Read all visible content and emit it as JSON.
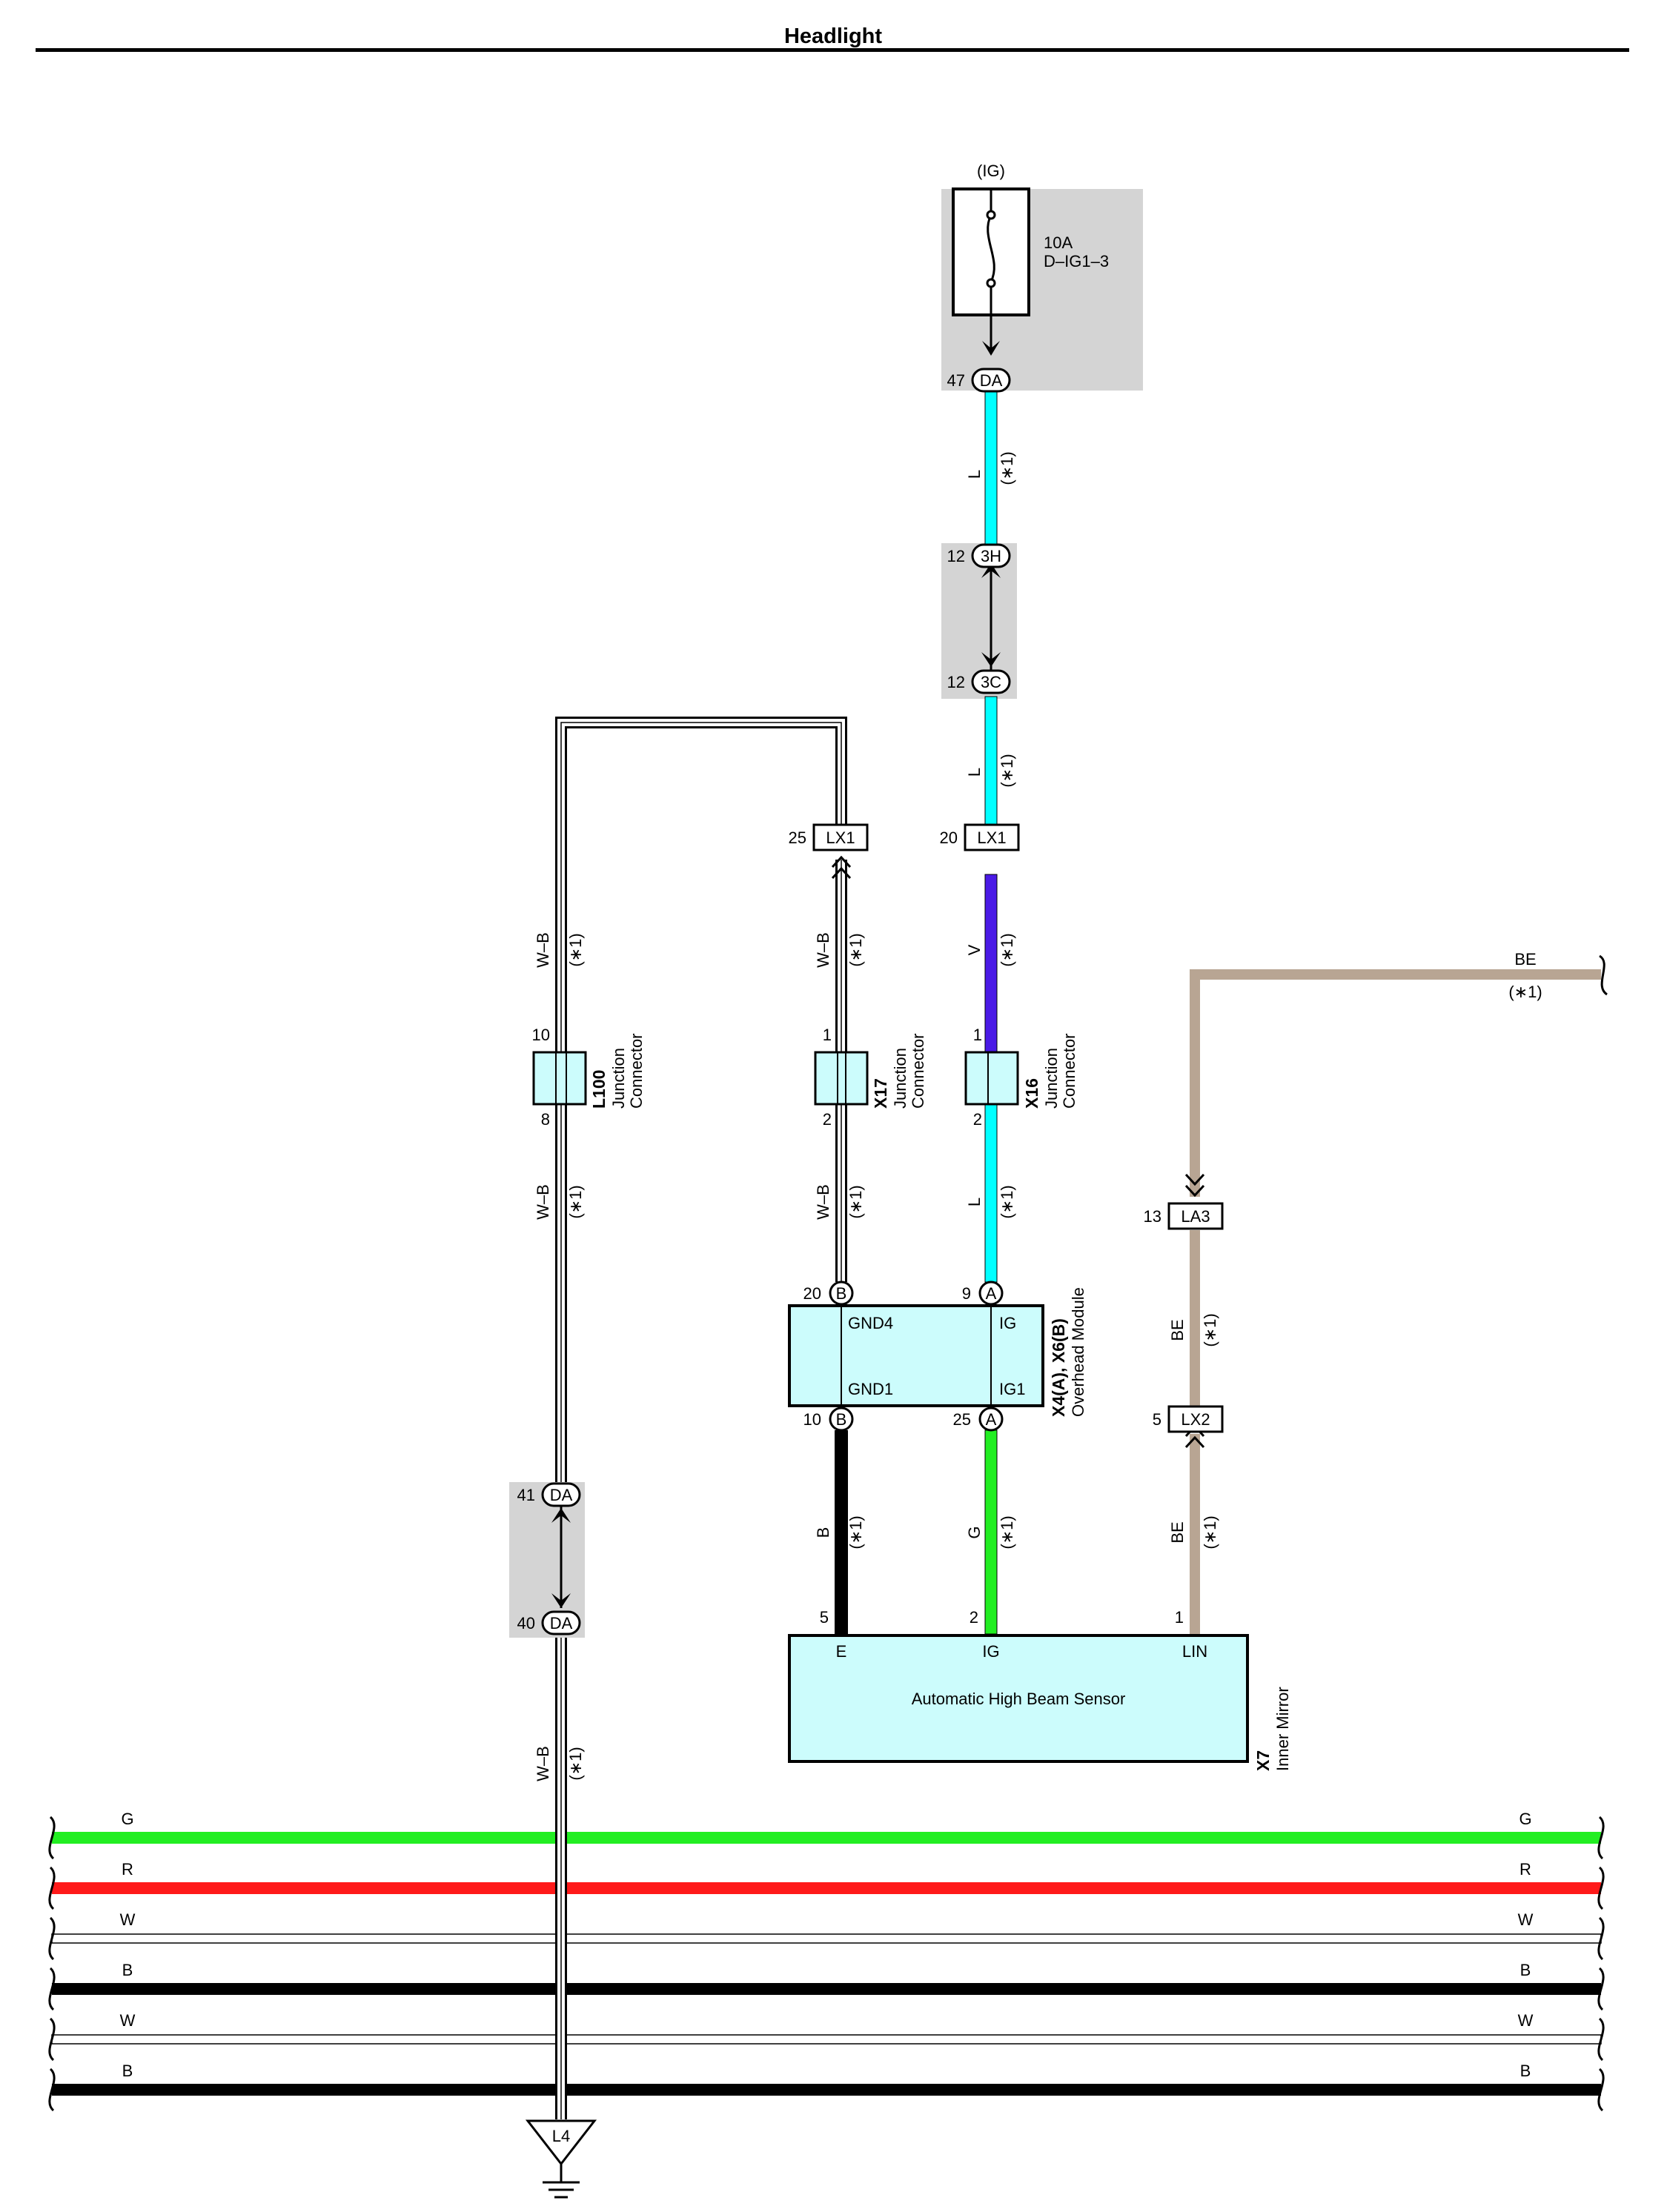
{
  "page": {
    "title": "Headlight"
  },
  "power": {
    "source": "(IG)",
    "fuse_rating": "10A",
    "fuse_name": "D–IG1–3"
  },
  "connectors": {
    "da_top": {
      "id": "DA",
      "pin": "47"
    },
    "c3h": {
      "id": "3H",
      "pin": "12"
    },
    "c3c": {
      "id": "3C",
      "pin": "12"
    },
    "lx1_left": {
      "id": "LX1",
      "pin": "25"
    },
    "lx1_right": {
      "id": "LX1",
      "pin": "20"
    },
    "la3": {
      "id": "LA3",
      "pin": "13"
    },
    "lx2": {
      "id": "LX2",
      "pin": "5"
    },
    "da41": {
      "id": "DA",
      "pin": "41"
    },
    "da40": {
      "id": "DA",
      "pin": "40"
    }
  },
  "junctions": {
    "l100": {
      "id": "L100",
      "name": "Junction",
      "name2": "Connector",
      "pin_top": "10",
      "pin_bottom": "8"
    },
    "x17": {
      "id": "X17",
      "name": "Junction",
      "name2": "Connector",
      "pin_top": "1",
      "pin_bottom": "2"
    },
    "x16": {
      "id": "X16",
      "name": "Junction",
      "name2": "Connector",
      "pin_top": "1",
      "pin_bottom": "2"
    }
  },
  "module": {
    "id": "X4(A), X6(B)",
    "name": "Overhead Module",
    "terminals": [
      {
        "label": "GND4",
        "pin": "20",
        "conn": "B"
      },
      {
        "label": "IG",
        "pin": "9",
        "conn": "A"
      },
      {
        "label": "GND1",
        "pin": "10",
        "conn": "B"
      },
      {
        "label": "IG1",
        "pin": "25",
        "conn": "A"
      }
    ]
  },
  "sensor": {
    "id": "X7",
    "location": "Inner Mirror",
    "name": "Automatic High Beam Sensor",
    "terminals": [
      {
        "label": "E",
        "pin": "5"
      },
      {
        "label": "IG",
        "pin": "2"
      },
      {
        "label": "LIN",
        "pin": "1"
      }
    ]
  },
  "ground": {
    "id": "L4"
  },
  "note": "(∗1)",
  "wires": {
    "fuse_to_3h": "L",
    "c3c_to_lx1": "L",
    "lx1_to_x16": "V",
    "x16_to_module": "L",
    "loop_right": "W–B",
    "loop_left": "W–B",
    "x17_to_module": "W–B",
    "l100_to_da41": "W–B",
    "da40_to_ground": "W–B",
    "gnd1_to_e": "B",
    "ig1_to_ig": "G",
    "be_top": "BE",
    "la3_to_lx2": "BE",
    "lx2_to_lin": "BE"
  },
  "bus": [
    {
      "code": "G",
      "color": "#22ee22"
    },
    {
      "code": "R",
      "color": "#ff1a1a"
    },
    {
      "code": "W",
      "color": "#ffffff"
    },
    {
      "code": "B",
      "color": "#000000"
    },
    {
      "code": "W",
      "color": "#ffffff"
    },
    {
      "code": "B",
      "color": "#000000"
    }
  ],
  "colors": {
    "L": "#00ffff",
    "V": "#4a1ae6",
    "G": "#22ee22",
    "BE": "#b8a593",
    "B": "#000000",
    "shade": "#d4d4d4",
    "box": "#ccfcfc"
  }
}
